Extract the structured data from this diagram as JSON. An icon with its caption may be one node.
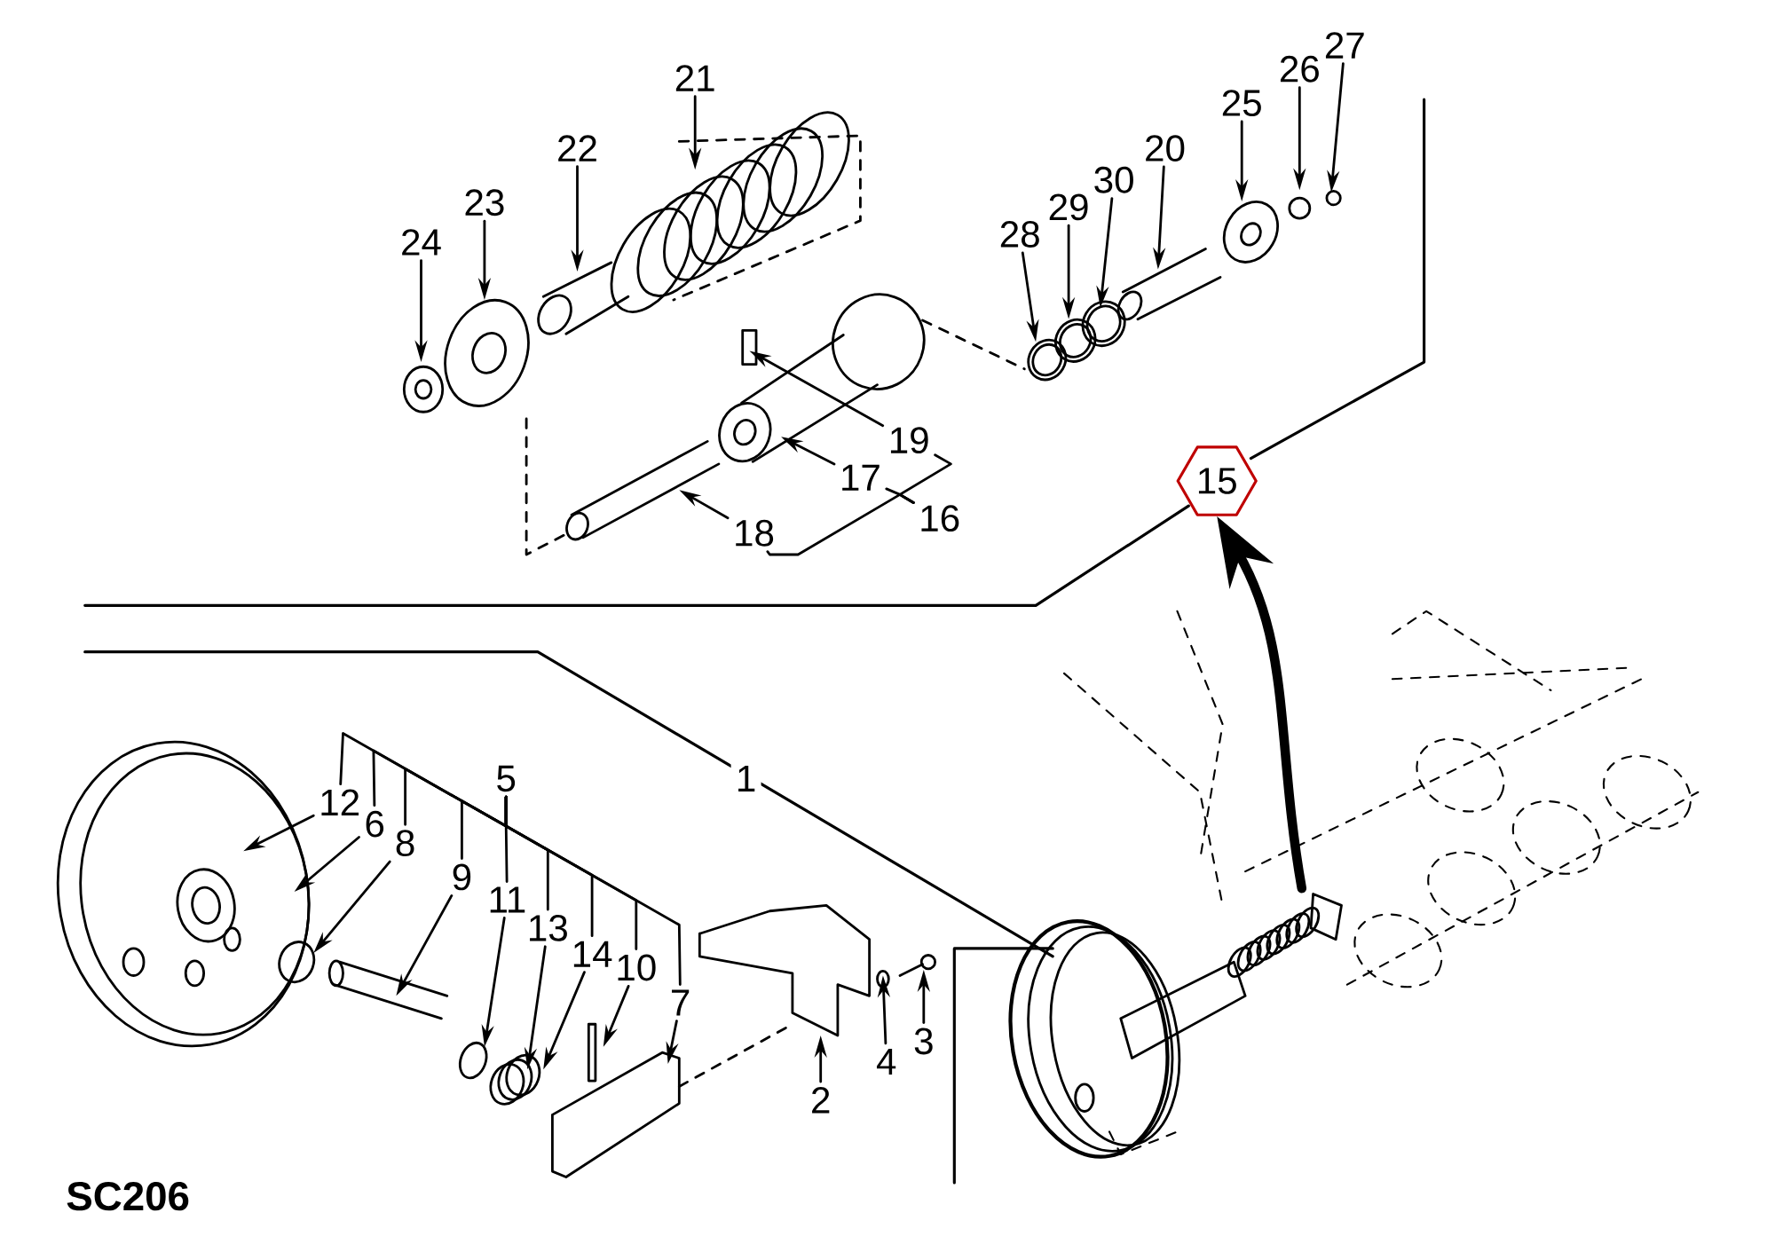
{
  "diagram": {
    "nodes": [
      {
        "text": [
          "27"
        ]
      },
      {
        "text": [
          "26"
        ]
      },
      {
        "text": [
          "21"
        ]
      },
      {
        "text": [
          "25"
        ]
      },
      {
        "text": [
          "20"
        ]
      },
      {
        "text": [
          "22"
        ]
      },
      {
        "text": [
          "30"
        ]
      },
      {
        "text": [
          "23"
        ]
      },
      {
        "text": [
          "29"
        ]
      },
      {
        "text": [
          "28"
        ]
      },
      {
        "text": [
          "24"
        ]
      },
      {
        "text": [
          "19"
        ]
      },
      {
        "text": [
          "17"
        ]
      },
      {
        "text": [
          "15"
        ]
      },
      {
        "text": [
          "16"
        ]
      },
      {
        "text": [
          "18"
        ]
      },
      {
        "text": [
          "1"
        ]
      },
      {
        "text": [
          "5"
        ]
      },
      {
        "text": [
          "12"
        ]
      },
      {
        "text": [
          "6"
        ]
      },
      {
        "text": [
          "8"
        ]
      },
      {
        "text": [
          "9"
        ]
      },
      {
        "text": [
          "11"
        ]
      },
      {
        "text": [
          "13"
        ]
      },
      {
        "text": [
          "14"
        ]
      },
      {
        "text": [
          "10"
        ]
      },
      {
        "text": [
          "7"
        ]
      },
      {
        "text": [
          "3"
        ]
      },
      {
        "text": [
          "4"
        ]
      },
      {
        "text": [
          "2"
        ]
      },
      {
        "text": [],
        "shape": "picture"
      }
    ],
    "edges": [
      {
        "from": 0,
        "to": null,
        "arrow": "to"
      },
      {
        "from": 1,
        "to": null,
        "arrow": "to"
      },
      {
        "from": 2,
        "to": null,
        "arrow": "to"
      },
      {
        "from": 3,
        "to": null,
        "arrow": "to"
      },
      {
        "from": 4,
        "to": null,
        "arrow": "to"
      },
      {
        "from": 5,
        "to": null,
        "arrow": "to"
      },
      {
        "from": 6,
        "to": null,
        "arrow": "to"
      },
      {
        "from": 7,
        "to": null,
        "arrow": "to"
      },
      {
        "from": 8,
        "to": null,
        "arrow": "to"
      },
      {
        "from": 9,
        "to": null,
        "arrow": "to"
      },
      {
        "from": 10,
        "to": null,
        "arrow": "to"
      },
      {
        "from": 11,
        "to": null,
        "arrow": "to"
      },
      {
        "from": 12,
        "to": null,
        "arrow": "to"
      },
      {
        "from": 15,
        "to": null,
        "arrow": "to"
      },
      {
        "from": 18,
        "to": null,
        "arrow": "to"
      },
      {
        "from": 19,
        "to": null,
        "arrow": "to"
      },
      {
        "from": 20,
        "to": null,
        "arrow": "to"
      },
      {
        "from": 21,
        "to": null,
        "arrow": "to"
      },
      {
        "from": 22,
        "to": null,
        "arrow": "to"
      },
      {
        "from": 23,
        "to": null,
        "arrow": "to"
      },
      {
        "from": 24,
        "to": null,
        "arrow": "to"
      },
      {
        "from": 25,
        "to": null,
        "arrow": "to"
      },
      {
        "from": 26,
        "to": null,
        "arrow": "to"
      },
      {
        "from": 27,
        "to": null,
        "arrow": "to"
      },
      {
        "from": 28,
        "to": null,
        "arrow": "to"
      },
      {
        "from": 29,
        "to": null,
        "arrow": "to"
      },
      {
        "from": 30,
        "to": 13,
        "arrow": "to",
        "style": "thick"
      },
      {
        "from": 14,
        "to": 11,
        "arrow": "none"
      },
      {
        "from": 14,
        "to": 12,
        "arrow": "none"
      },
      {
        "from": 14,
        "to": 15,
        "arrow": "none"
      },
      {
        "from": 17,
        "to": 18,
        "arrow": "none"
      },
      {
        "from": 17,
        "to": 19,
        "arrow": "none"
      },
      {
        "from": 17,
        "to": 20,
        "arrow": "none"
      },
      {
        "from": 17,
        "to": 21,
        "arrow": "none"
      },
      {
        "from": 17,
        "to": 22,
        "arrow": "none"
      },
      {
        "from": 17,
        "to": 23,
        "arrow": "none"
      },
      {
        "from": 17,
        "to": 24,
        "arrow": "none"
      },
      {
        "from": 17,
        "to": 25,
        "arrow": "none"
      },
      {
        "from": 17,
        "to": 26,
        "arrow": "none"
      }
    ],
    "labels": [
      "SC206"
    ]
  }
}
